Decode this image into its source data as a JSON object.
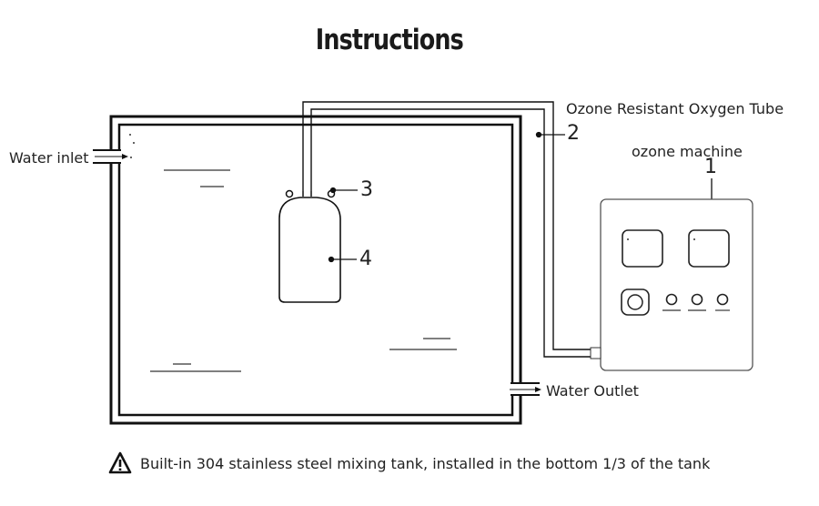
{
  "title": "Instructions",
  "labels": {
    "water_inlet": "Water inlet",
    "water_outlet": "Water Outlet",
    "oxygen_tube": "Ozone Resistant Oxygen Tube",
    "ozone_machine": "ozone machine"
  },
  "callouts": {
    "machine": "1",
    "tube": "2",
    "connector": "3",
    "mixing_tank": "4"
  },
  "note": {
    "icon": "warning-icon",
    "text": "Built-in 304 stainless steel mixing tank, installed in the bottom 1/3 of the tank"
  }
}
